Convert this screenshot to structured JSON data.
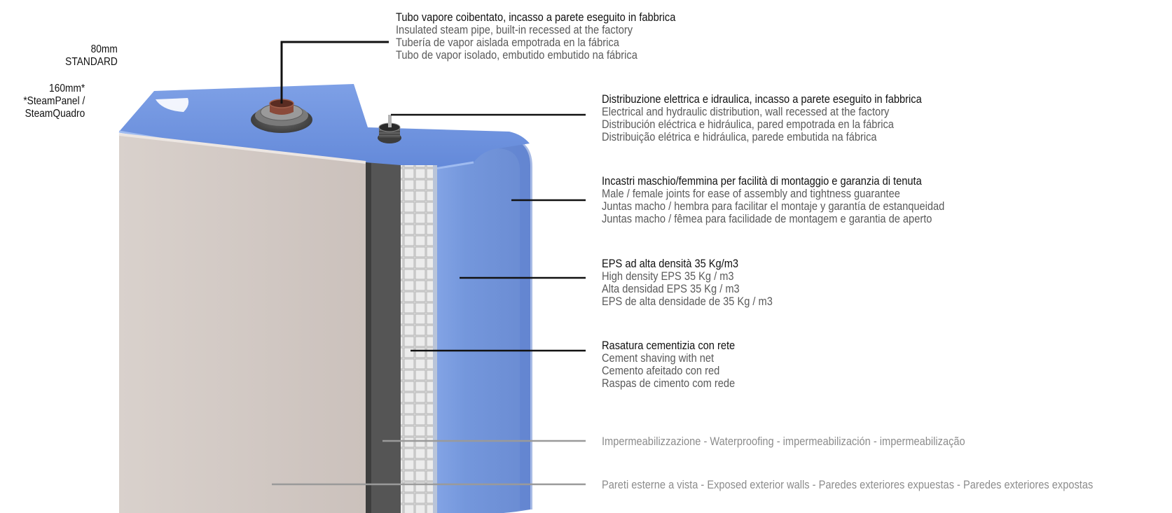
{
  "sizes": {
    "standard_size": "80mm",
    "standard_label": "STANDARD",
    "alt_size": "160mm*",
    "alt_note_1": "*SteamPanel /",
    "alt_note_2": "SteamQuadro"
  },
  "callouts": [
    {
      "id": "steam-pipe",
      "lines": [
        "Tubo vapore coibentato, incasso a parete eseguito in fabbrica",
        "Insulated steam pipe, built-in recessed at the factory",
        "Tubería de vapor aislada empotrada en la fábrica",
        "Tubo de vapor isolado, embutido embutido na fábrica"
      ]
    },
    {
      "id": "distribution",
      "lines": [
        "Distribuzione elettrica e idraulica, incasso a parete eseguito in fabbrica",
        "Electrical and hydraulic distribution, wall recessed at the factory",
        "Distribución eléctrica e hidráulica, pared empotrada en la fábrica",
        "Distribuição elétrica e hidráulica, parede embutida na fábrica"
      ]
    },
    {
      "id": "joints",
      "lines": [
        "Incastri maschio/femmina per facilità di montaggio e garanzia di tenuta",
        "Male / female joints for ease of assembly and tightness guarantee",
        "Juntas macho / hembra para facilitar el montaje y garantía de estanqueidad",
        "Juntas macho / fêmea para facilidade de montagem e garantia de aperto"
      ]
    },
    {
      "id": "eps",
      "lines": [
        "EPS ad alta densità 35 Kg/m3",
        "High density EPS 35 Kg / m3",
        "Alta densidad EPS 35 Kg / m3",
        "EPS de alta densidade de 35 Kg / m3"
      ]
    },
    {
      "id": "cement",
      "lines": [
        "Rasatura cementizia con rete",
        "Cement shaving with net",
        "Cemento afeitado con red",
        "Raspas de cimento com rede"
      ]
    }
  ],
  "single_callouts": {
    "waterproofing": "Impermeabilizzazione - Waterproofing - impermeabilización - impermeabilização",
    "exterior": "Pareti esterne a vista - Exposed exterior walls - Paredes exteriores expuestas - Paredes exteriores expostas"
  },
  "colors": {
    "eps_blue": "#7e9fe0",
    "eps_top": "#6b8fdc",
    "finish_panel": "#d4cbc6",
    "dark_layer": "#555555",
    "mesh_layer": "#cfcfcf",
    "pipe_copper": "#8a4a3a",
    "leader_dark": "#111111",
    "leader_grey": "#9a9a9a"
  }
}
